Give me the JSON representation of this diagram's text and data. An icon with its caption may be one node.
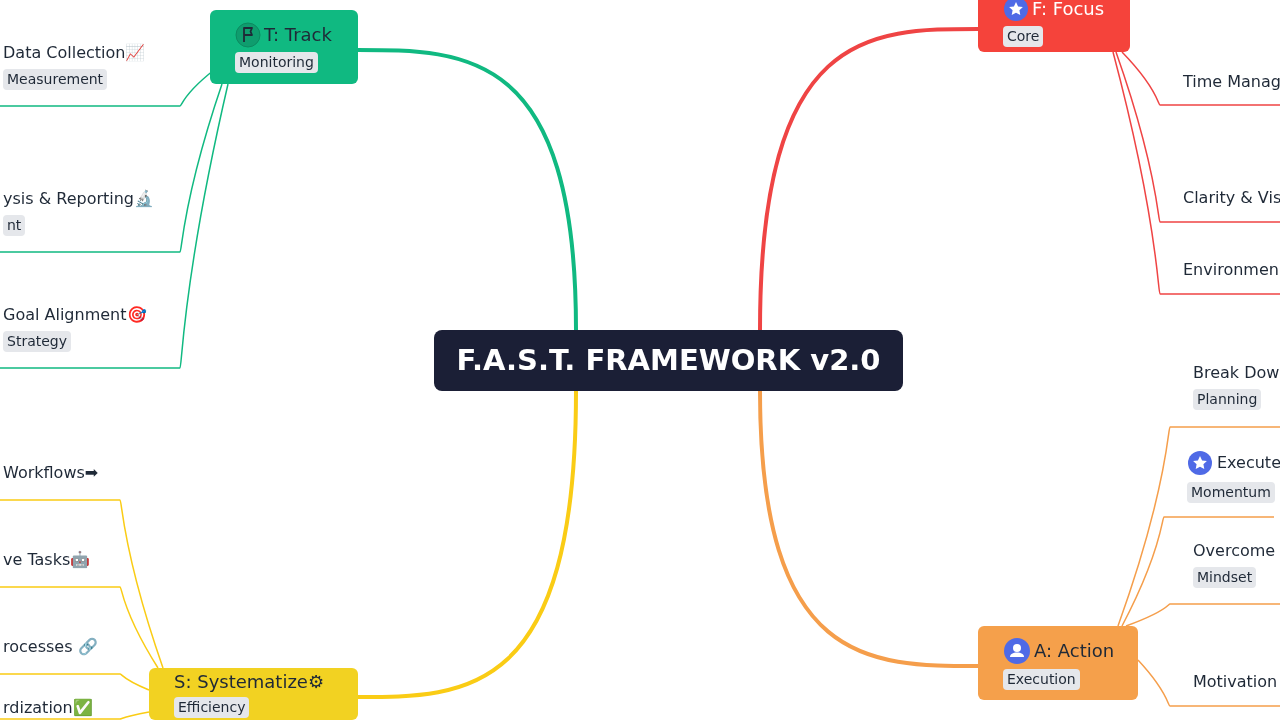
{
  "diagram": {
    "nodes": [
      {
        "text": [
          "F.A.S.T. FRAMEWORK v2.0"
        ]
      },
      {
        "text": [
          "T: Track",
          "Monitoring"
        ]
      },
      {
        "text": [
          "Data Collection📈",
          "Measurement"
        ]
      },
      {
        "text": [
          "ysis & Reporting🔬",
          "nt"
        ]
      },
      {
        "text": [
          "Goal Alignment🎯",
          "Strategy"
        ]
      },
      {
        "text": [
          "S: Systematize⚙",
          "Efficiency"
        ]
      },
      {
        "text": [
          "Workflows➡"
        ]
      },
      {
        "text": [
          "ve Tasks🤖"
        ]
      },
      {
        "text": [
          "rocesses 🔗"
        ]
      },
      {
        "text": [
          "rdization✅"
        ]
      },
      {
        "text": [
          "F: Focus",
          "Core"
        ]
      },
      {
        "text": [
          "Time Manag"
        ]
      },
      {
        "text": [
          "Clarity & Vis"
        ]
      },
      {
        "text": [
          "Environmen"
        ]
      },
      {
        "text": [
          "A: Action",
          "Execution"
        ]
      },
      {
        "text": [
          "Break Dow",
          "Planning"
        ]
      },
      {
        "text": [
          "Execute",
          "Momentum"
        ]
      },
      {
        "text": [
          "Overcome",
          "Mindset"
        ]
      },
      {
        "text": [
          "Motivation"
        ]
      }
    ],
    "edges": [
      {
        "from": 0,
        "to": 1,
        "arrow": "none",
        "style": "thick",
        "color": "#10b981"
      },
      {
        "from": 1,
        "to": 2,
        "arrow": "none",
        "color": "#10b981"
      },
      {
        "from": 1,
        "to": 3,
        "arrow": "none",
        "color": "#10b981"
      },
      {
        "from": 1,
        "to": 4,
        "arrow": "none",
        "color": "#10b981"
      },
      {
        "from": 0,
        "to": 5,
        "arrow": "none",
        "style": "thick",
        "color": "#facc15"
      },
      {
        "from": 5,
        "to": 6,
        "arrow": "none",
        "color": "#facc15"
      },
      {
        "from": 5,
        "to": 7,
        "arrow": "none",
        "color": "#facc15"
      },
      {
        "from": 5,
        "to": 8,
        "arrow": "none",
        "color": "#facc15"
      },
      {
        "from": 5,
        "to": 9,
        "arrow": "none",
        "color": "#facc15"
      },
      {
        "from": 0,
        "to": 10,
        "arrow": "none",
        "style": "thick",
        "color": "#ef4444"
      },
      {
        "from": 10,
        "to": 11,
        "arrow": "none",
        "color": "#ef4444"
      },
      {
        "from": 10,
        "to": 12,
        "arrow": "none",
        "color": "#ef4444"
      },
      {
        "from": 10,
        "to": 13,
        "arrow": "none",
        "color": "#ef4444"
      },
      {
        "from": 0,
        "to": 14,
        "arrow": "none",
        "style": "thick",
        "color": "#f59e4b"
      },
      {
        "from": 14,
        "to": 15,
        "arrow": "none",
        "color": "#f59e4b"
      },
      {
        "from": 14,
        "to": 16,
        "arrow": "none",
        "color": "#f59e4b"
      },
      {
        "from": 14,
        "to": 17,
        "arrow": "none",
        "color": "#f59e4b"
      },
      {
        "from": 14,
        "to": 18,
        "arrow": "none",
        "color": "#f59e4b"
      }
    ]
  }
}
